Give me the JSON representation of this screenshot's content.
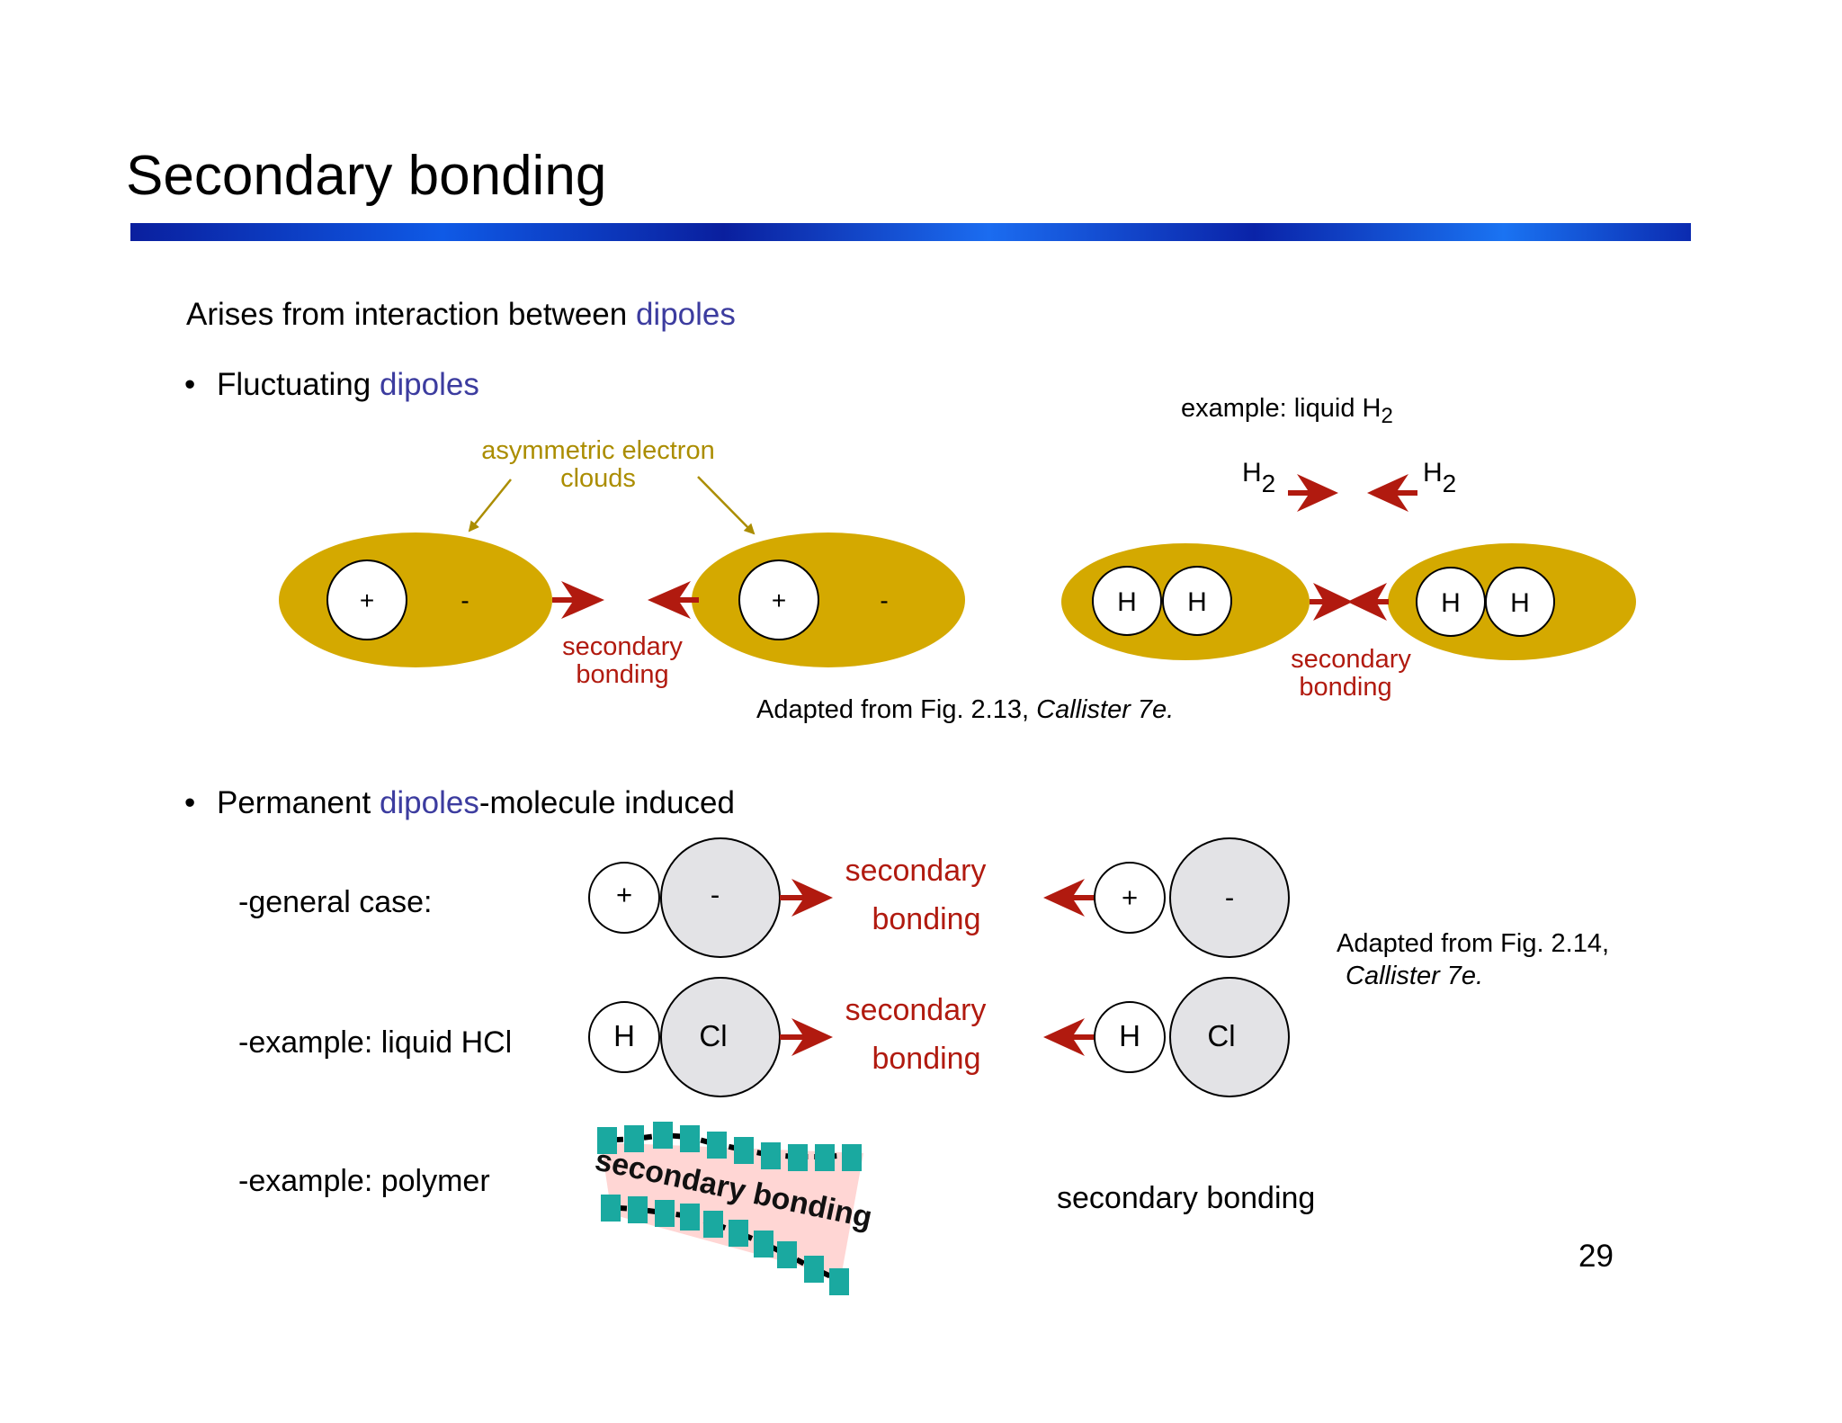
{
  "slide": {
    "title": "Secondary bonding",
    "page_number": "29"
  },
  "intro": {
    "prefix": "Arises from interaction between ",
    "highlight": "dipoles"
  },
  "bullet1": {
    "bullet": "•",
    "prefix": "Fluctuating ",
    "highlight": "dipoles"
  },
  "fluctuating": {
    "cloud_label_1": "asymmetric electron",
    "cloud_label_2": "clouds",
    "plus": "+",
    "minus": "-",
    "bond_label_1": "secondary",
    "bond_label_2": "bonding",
    "caption_prefix": "Adapted from Fig. 2.13, ",
    "caption_italic": "Callister 7e."
  },
  "liquid_h2": {
    "example_label": "example:  liquid H",
    "subscript": "2",
    "h2_left": "H",
    "h2_right": "H",
    "atom": "H",
    "bond_label_1": "secondary",
    "bond_label_2": "bonding"
  },
  "bullet2": {
    "bullet": "•",
    "prefix": "Permanent ",
    "highlight": "dipoles",
    "suffix": "-molecule induced"
  },
  "permanent": {
    "general_label": "-general case:",
    "hcl_label": "-example: liquid HCl",
    "polymer_label": "-example: polymer",
    "plus": "+",
    "minus": "-",
    "h_atom": "H",
    "cl_atom": "Cl",
    "bond_label_1": "secondary",
    "bond_label_2": "bonding",
    "caption_line1": "Adapted from Fig. 2.14,",
    "caption_line2": "Callister 7e.",
    "polymer_overlay": "secondary bonding",
    "polymer_caption": "secondary bonding"
  },
  "colors": {
    "gold_cloud": "#d4a900",
    "gold_text": "#ab8d00",
    "red_arrow": "#b11a0f",
    "dipole_blue": "#3c3c9f",
    "grey_atom": "#e3e3e6",
    "teal_monomer": "#1aa9a0",
    "pink_band": "#ffd6d4"
  }
}
